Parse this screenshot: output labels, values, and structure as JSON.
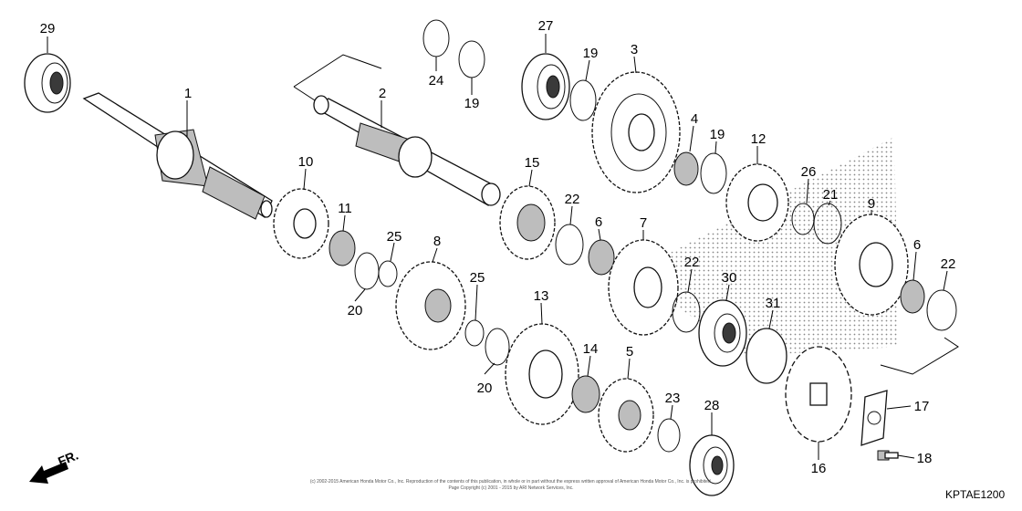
{
  "diagram": {
    "callouts": [
      "29",
      "1",
      "2",
      "24",
      "19",
      "27",
      "19",
      "3",
      "4",
      "19",
      "12",
      "10",
      "11",
      "15",
      "22",
      "6",
      "25",
      "8",
      "20",
      "26",
      "21",
      "9",
      "7",
      "22",
      "30",
      "13",
      "25",
      "20",
      "14",
      "5",
      "31",
      "23",
      "28",
      "16",
      "17",
      "18",
      "6",
      "22"
    ],
    "front_label": "FR.",
    "diagram_code": "KPTAE1200",
    "copyright": [
      "(c) 2002-2015 American Honda Motor Co., Inc. Reproduction of the contents of this publication, in whole or in part without the express written approval of American Honda Motor Co., Inc. is prohibited.",
      "Page Copyright (c) 2001 - 2015 by ARI Network Services, Inc."
    ]
  }
}
